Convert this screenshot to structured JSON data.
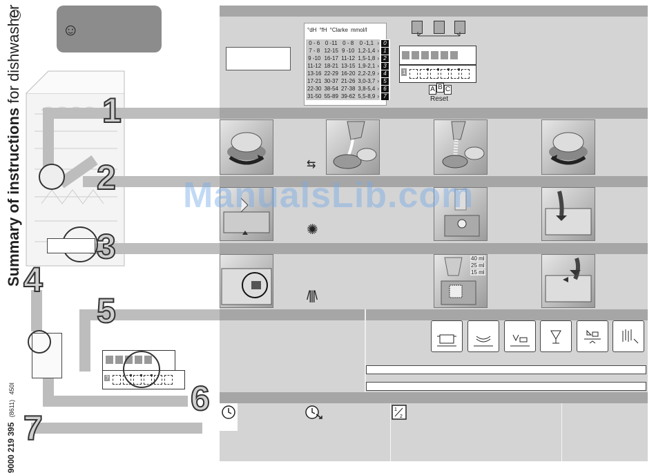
{
  "title": {
    "bold": "Summary of instructions",
    "rest": " for dishwasher"
  },
  "doc_code": {
    "number": "9000 219 395",
    "rev": "(8611)",
    "suffix": "450I"
  },
  "smiley_icon": "☺",
  "steps": [
    "1",
    "2",
    "3",
    "4",
    "5",
    "6",
    "7"
  ],
  "hardness_table": {
    "headers": [
      "°dH",
      "°fH",
      "°Clarke",
      "mmol/l"
    ],
    "rows": [
      [
        "0 - 6",
        "0 -11",
        "0 - 8",
        "0 -1,1",
        "0"
      ],
      [
        "7 - 8",
        "12-15",
        "9 -10",
        "1,2-1,4",
        "1"
      ],
      [
        "9 -10",
        "16-17",
        "11-12",
        "1,5-1,8",
        "2"
      ],
      [
        "11-12",
        "18-21",
        "13-15",
        "1,9-2,1",
        "3"
      ],
      [
        "13-16",
        "22-29",
        "16-20",
        "2,2-2,9",
        "4"
      ],
      [
        "17-21",
        "30-37",
        "21-26",
        "3,0-3,7",
        "5"
      ],
      [
        "22-30",
        "38-54",
        "27-38",
        "3,8-5,4",
        "6"
      ],
      [
        "31-50",
        "55-89",
        "39-62",
        "5,5-8,9",
        "7"
      ]
    ]
  },
  "display_panel": {
    "indicator": "1",
    "keys": [
      "A",
      "B",
      "C"
    ],
    "reset_label": "Reset"
  },
  "mini_display_indicator": "?",
  "rinse_volumes": [
    "40 ml",
    "25 ml",
    "15 ml"
  ],
  "watermark": "ManualsLib.com",
  "bottom_icons": [
    "clock-icon",
    "delay-start-icon",
    "half-load-icon"
  ],
  "program_icons": [
    "pot-icon",
    "plates-icon",
    "cups-icon",
    "glass-icon",
    "prerinse-icon",
    "drying-icon"
  ]
}
